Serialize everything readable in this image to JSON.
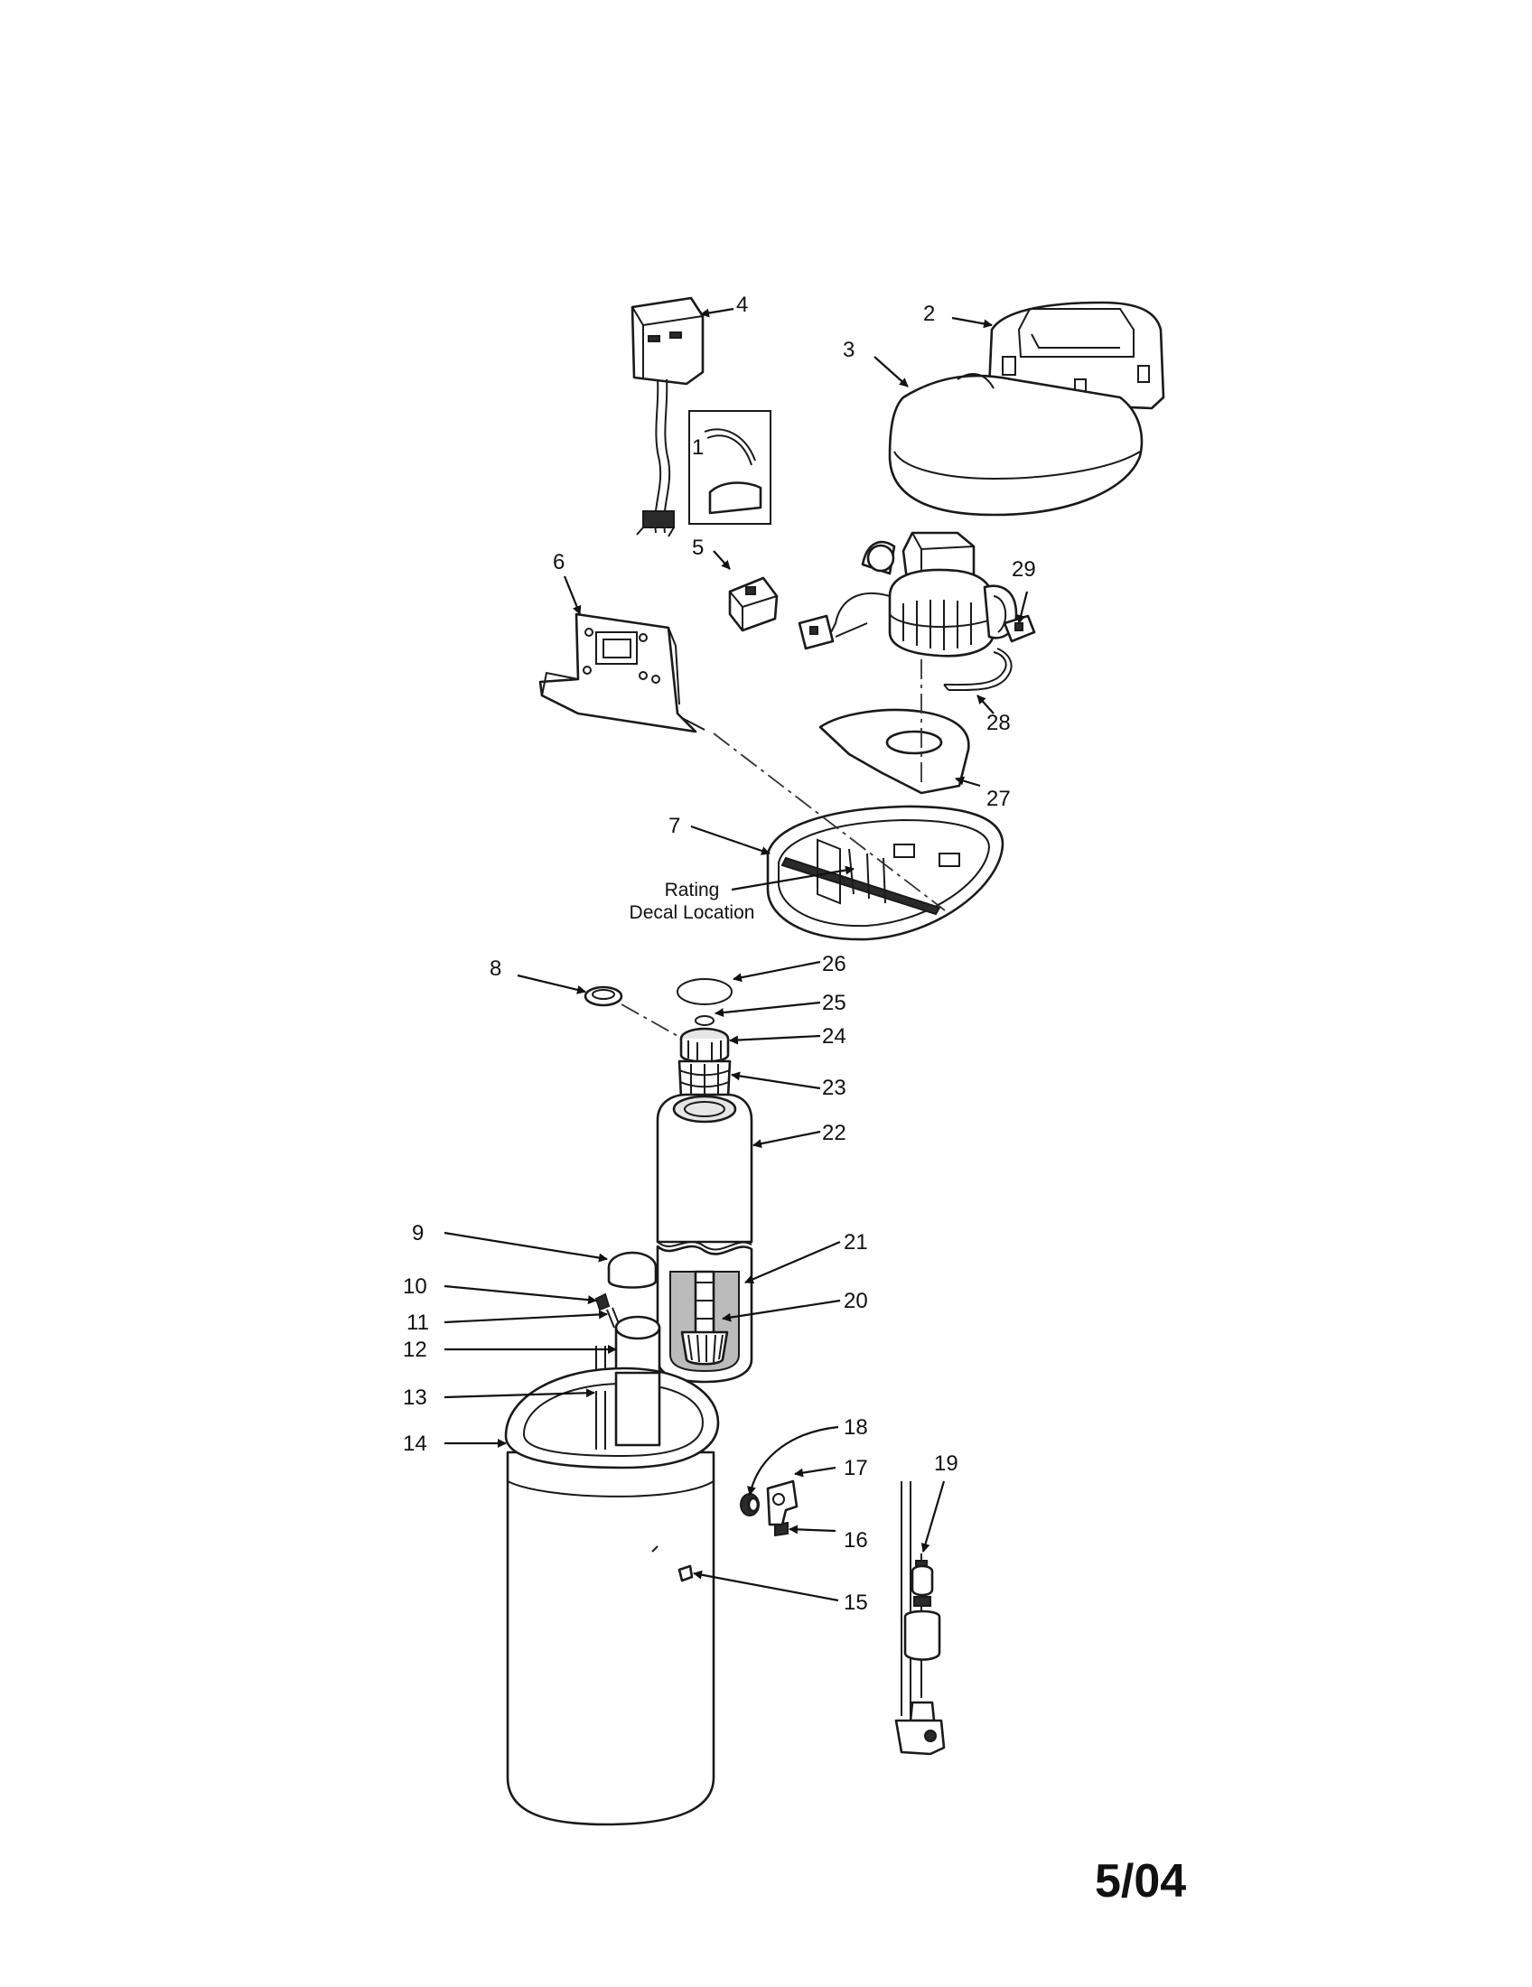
{
  "callouts": {
    "c1": "1",
    "c2": "2",
    "c3": "3",
    "c4": "4",
    "c5": "5",
    "c6": "6",
    "c7": "7",
    "c8": "8",
    "c9": "9",
    "c10": "10",
    "c11": "11",
    "c12": "12",
    "c13": "13",
    "c14": "14",
    "c15": "15",
    "c16": "16",
    "c17": "17",
    "c18": "18",
    "c19": "19",
    "c20": "20",
    "c21": "21",
    "c22": "22",
    "c23": "23",
    "c24": "24",
    "c25": "25",
    "c26": "26",
    "c27": "27",
    "c28": "28",
    "c29": "29"
  },
  "note": {
    "line1": "Rating",
    "line2": "Decal Location"
  },
  "revision_code": "5/04"
}
